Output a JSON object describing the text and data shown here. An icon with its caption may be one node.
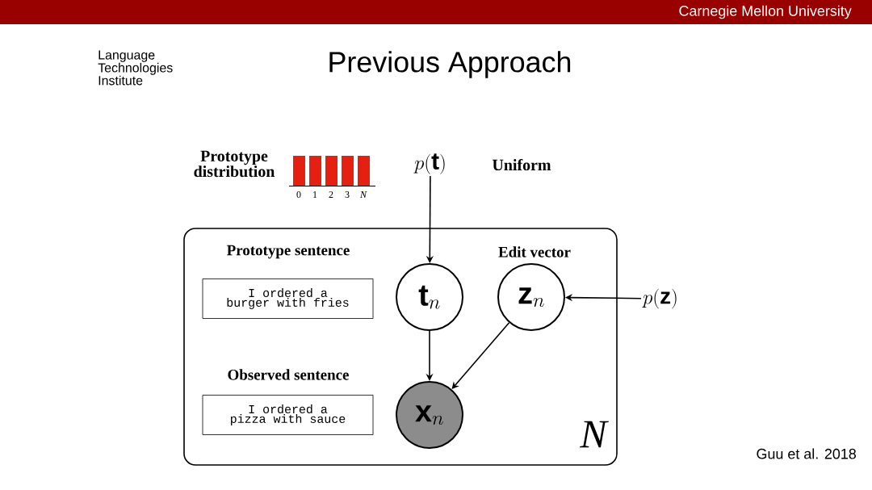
{
  "diagram": {
    "title": "Previous Approach",
    "nodes": [
      {
        "text": [
          "N"
        ]
      },
      {
        "text": [
          "p(\\mathbf{t})"
        ]
      },
      {
        "text": [
          "\\mathbf{t}_n"
        ],
        "in": 0
      },
      {
        "text": [
          "\\mathbf{z}_n"
        ],
        "in": 0
      },
      {
        "text": [
          "\\mathbf{x}_n"
        ],
        "in": 0
      },
      {
        "text": [
          "p(\\mathbf{z})"
        ]
      },
      {
        "text": [
          "I ordered a burger with fries"
        ],
        "in": 0
      },
      {
        "text": [
          "I ordered a pizza with sauce"
        ],
        "in": 0
      }
    ],
    "edges": [
      {
        "from": 1,
        "to": 2,
        "arrow": "to"
      },
      {
        "from": 5,
        "to": 3,
        "arrow": "to"
      },
      {
        "from": 2,
        "to": 4,
        "arrow": "to"
      },
      {
        "from": 3,
        "to": 4,
        "arrow": "to"
      }
    ],
    "labels": [
      "Carnegie Mellon University",
      "Language Technologies Institute",
      "Prototype distribution",
      "0",
      "1",
      "2",
      "3",
      "N",
      "Uniform",
      "Prototype sentence",
      "Edit vector",
      "Observed sentence",
      "Guu et al. 2018"
    ]
  }
}
